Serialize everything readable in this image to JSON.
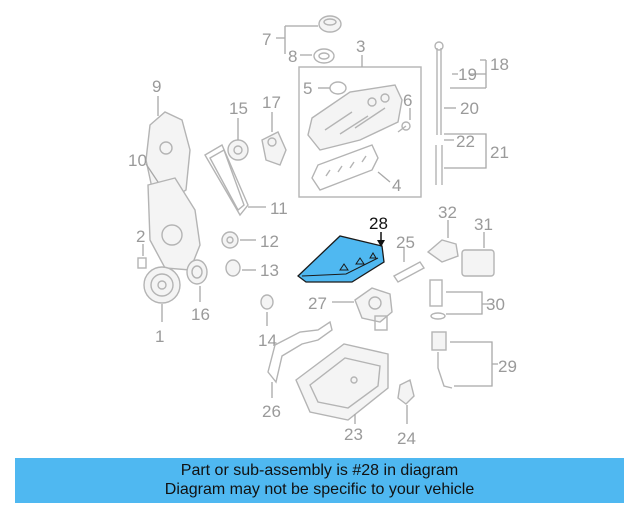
{
  "callouts": {
    "c1": "1",
    "c2": "2",
    "c3": "3",
    "c4": "4",
    "c5": "5",
    "c6": "6",
    "c7": "7",
    "c8": "8",
    "c9": "9",
    "c10": "10",
    "c11": "11",
    "c12": "12",
    "c13": "13",
    "c14": "14",
    "c15": "15",
    "c16": "16",
    "c17": "17",
    "c18": "18",
    "c19": "19",
    "c20": "20",
    "c21": "21",
    "c22": "22",
    "c23": "23",
    "c24": "24",
    "c25": "25",
    "c26": "26",
    "c27": "27",
    "c28": "28",
    "c29": "29",
    "c30": "30",
    "c31": "31",
    "c32": "32"
  },
  "highlight": {
    "part_number": "28",
    "color": "#4fb8f1"
  },
  "caption": {
    "line1": "Part or sub-assembly is #28 in diagram",
    "line2": "Diagram may not be specific to your vehicle",
    "background": "#4fb8f1"
  }
}
